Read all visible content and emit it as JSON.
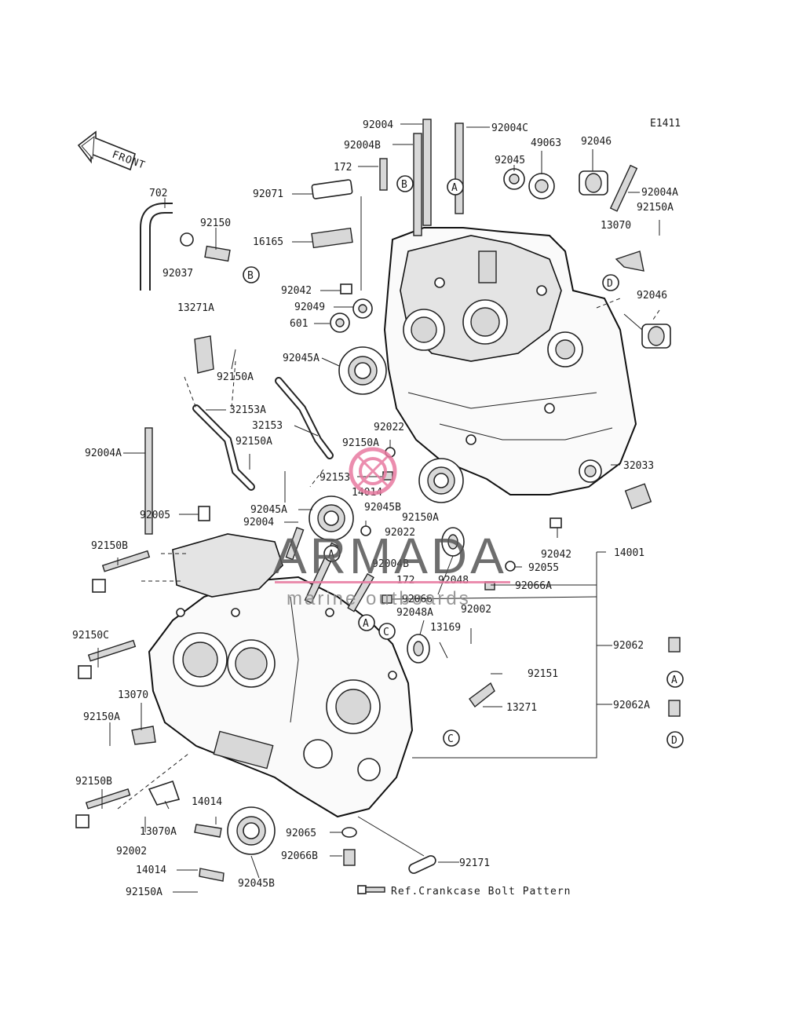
{
  "diagram": {
    "code": "E1411",
    "front_label": "FRONT",
    "reference_note": "Ref.Crankcase Bolt Pattern"
  },
  "watermark": {
    "brand": "ARMADA",
    "tagline": "marine outboards",
    "brand_color": "#555555",
    "accent_color": "#e87aa0"
  },
  "callouts": {
    "A": "A",
    "B": "B",
    "C": "C",
    "D": "D"
  },
  "labels": [
    "92004",
    "92004C",
    "92004B",
    "49063",
    "92046",
    "172",
    "92045",
    "92004A",
    "92150A",
    "702",
    "92150",
    "92071",
    "16165",
    "13070",
    "92037",
    "92042",
    "92049",
    "601",
    "13271A",
    "92046",
    "92045A",
    "92150A",
    "32153A",
    "32153",
    "92022",
    "92150A",
    "92004A",
    "92153",
    "14014",
    "32033",
    "92150A",
    "92045B",
    "92150A",
    "92005",
    "92045A",
    "92004",
    "92022",
    "92042",
    "92150B",
    "92004B",
    "92055",
    "14001",
    "92048",
    "172",
    "92066A",
    "92066",
    "92048A",
    "92002",
    "92150C",
    "13169",
    "92062",
    "92151",
    "13070",
    "92150A",
    "13271",
    "92062A",
    "92150B",
    "14014",
    "92065",
    "13070A",
    "92002",
    "92066B",
    "92171",
    "14014",
    "92045B",
    "92150A"
  ]
}
